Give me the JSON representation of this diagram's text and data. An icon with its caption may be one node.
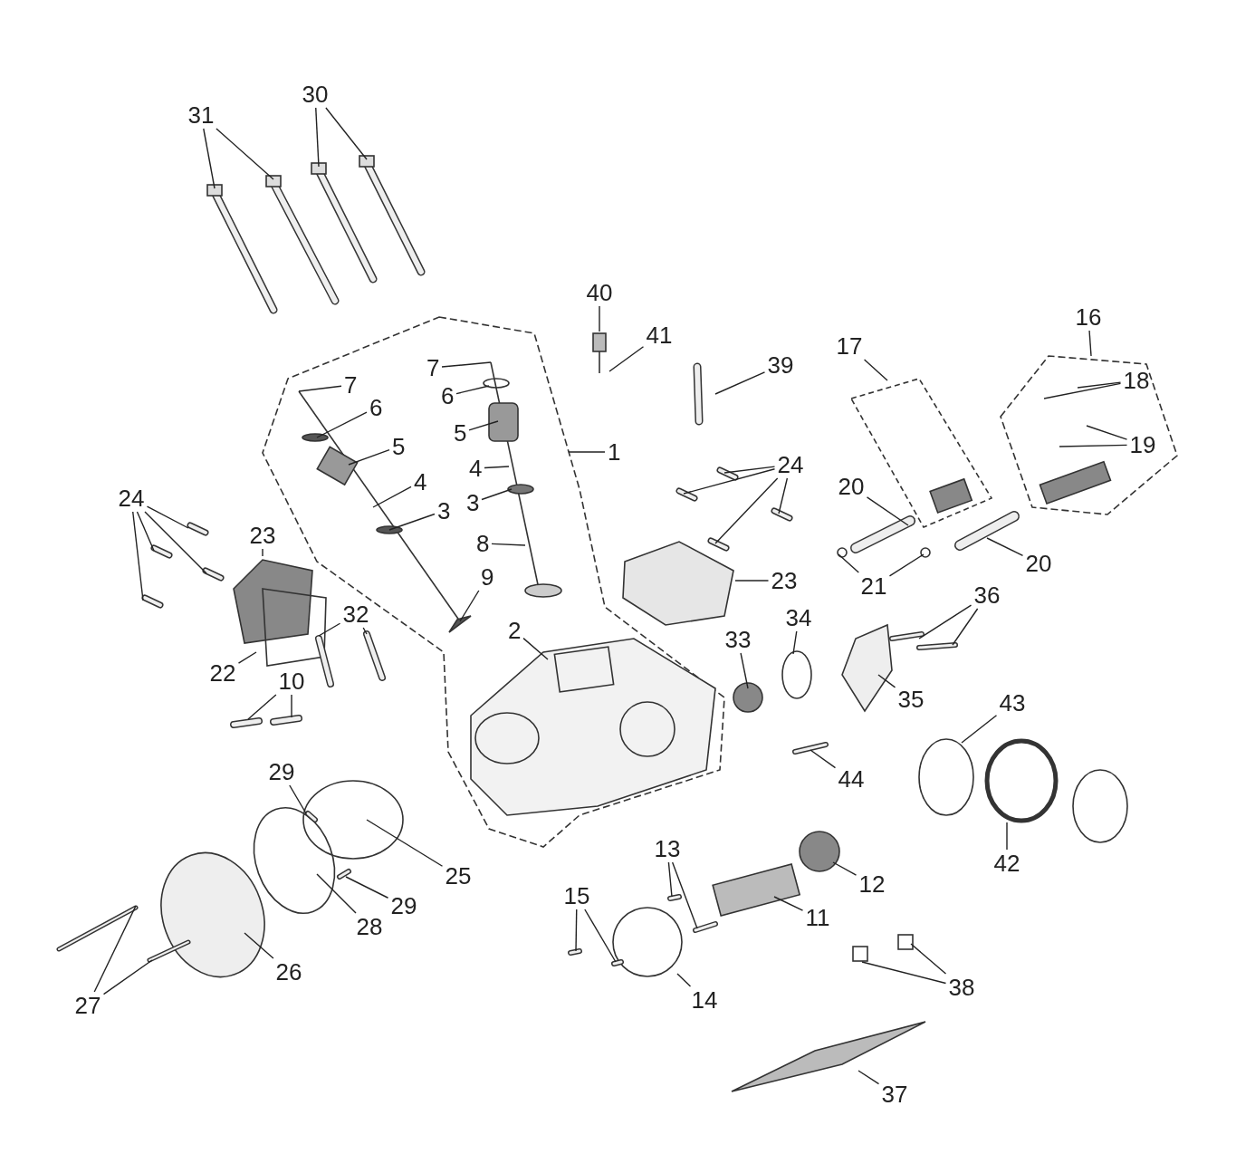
{
  "diagram": {
    "nodes": [
      {
        "text": [
          "30"
        ]
      },
      {
        "text": [
          "31"
        ]
      },
      {
        "text": [
          "40"
        ]
      },
      {
        "text": [
          "16"
        ]
      },
      {
        "text": [
          "41"
        ]
      },
      {
        "text": [
          "17"
        ]
      },
      {
        "text": [
          "39"
        ]
      },
      {
        "text": [
          "7"
        ]
      },
      {
        "text": [
          "18"
        ]
      },
      {
        "text": [
          "7"
        ]
      },
      {
        "text": [
          "6"
        ]
      },
      {
        "text": [
          "6"
        ]
      },
      {
        "text": [
          "5"
        ]
      },
      {
        "text": [
          "19"
        ]
      },
      {
        "text": [
          "5"
        ]
      },
      {
        "text": [
          "1"
        ]
      },
      {
        "text": [
          "24"
        ]
      },
      {
        "text": [
          "4"
        ]
      },
      {
        "text": [
          "20"
        ]
      },
      {
        "text": [
          "4"
        ]
      },
      {
        "text": [
          "3"
        ]
      },
      {
        "text": [
          "24"
        ]
      },
      {
        "text": [
          "3"
        ]
      },
      {
        "text": [
          "23"
        ]
      },
      {
        "text": [
          "8"
        ]
      },
      {
        "text": [
          "20"
        ]
      },
      {
        "text": [
          "9"
        ]
      },
      {
        "text": [
          "23"
        ]
      },
      {
        "text": [
          "21"
        ]
      },
      {
        "text": [
          "36"
        ]
      },
      {
        "text": [
          "34"
        ]
      },
      {
        "text": [
          "32"
        ]
      },
      {
        "text": [
          "2"
        ]
      },
      {
        "text": [
          "33"
        ]
      },
      {
        "text": [
          "22"
        ]
      },
      {
        "text": [
          "10"
        ]
      },
      {
        "text": [
          "35"
        ]
      },
      {
        "text": [
          "43"
        ]
      },
      {
        "text": [
          "29"
        ]
      },
      {
        "text": [
          "44"
        ]
      },
      {
        "text": [
          "13"
        ]
      },
      {
        "text": [
          "42"
        ]
      },
      {
        "text": [
          "25"
        ]
      },
      {
        "text": [
          "12"
        ]
      },
      {
        "text": [
          "15"
        ]
      },
      {
        "text": [
          "29"
        ]
      },
      {
        "text": [
          "11"
        ]
      },
      {
        "text": [
          "28"
        ]
      },
      {
        "text": [
          "26"
        ]
      },
      {
        "text": [
          "38"
        ]
      },
      {
        "text": [
          "27"
        ]
      },
      {
        "text": [
          "14"
        ]
      },
      {
        "text": [
          "37"
        ]
      }
    ],
    "edges": [
      {
        "from": 0,
        "to": null,
        "arrow": "none"
      },
      {
        "from": 0,
        "to": null,
        "arrow": "none"
      },
      {
        "from": 1,
        "to": null,
        "arrow": "none"
      },
      {
        "from": 1,
        "to": null,
        "arrow": "none"
      },
      {
        "from": 2,
        "to": null,
        "arrow": "none"
      },
      {
        "from": 3,
        "to": null,
        "arrow": "none"
      },
      {
        "from": 4,
        "to": null,
        "arrow": "none"
      },
      {
        "from": 5,
        "to": null,
        "arrow": "none"
      },
      {
        "from": 6,
        "to": null,
        "arrow": "none"
      },
      {
        "from": 7,
        "to": null,
        "arrow": "none"
      },
      {
        "from": 8,
        "to": null,
        "arrow": "none"
      },
      {
        "from": 8,
        "to": null,
        "arrow": "none"
      },
      {
        "from": 9,
        "to": null,
        "arrow": "none"
      },
      {
        "from": 10,
        "to": null,
        "arrow": "none"
      },
      {
        "from": 11,
        "to": null,
        "arrow": "none"
      },
      {
        "from": 12,
        "to": null,
        "arrow": "none"
      },
      {
        "from": 13,
        "to": null,
        "arrow": "none"
      },
      {
        "from": 13,
        "to": null,
        "arrow": "none"
      },
      {
        "from": 14,
        "to": null,
        "arrow": "none"
      },
      {
        "from": 15,
        "to": null,
        "arrow": "none"
      },
      {
        "from": 16,
        "to": null,
        "arrow": "none"
      },
      {
        "from": 16,
        "to": null,
        "arrow": "none"
      },
      {
        "from": 16,
        "to": null,
        "arrow": "none"
      },
      {
        "from": 16,
        "to": null,
        "arrow": "none"
      },
      {
        "from": 17,
        "to": null,
        "arrow": "none"
      },
      {
        "from": 18,
        "to": null,
        "arrow": "none"
      },
      {
        "from": 19,
        "to": null,
        "arrow": "none"
      },
      {
        "from": 20,
        "to": null,
        "arrow": "none"
      },
      {
        "from": 21,
        "to": null,
        "arrow": "none"
      },
      {
        "from": 21,
        "to": null,
        "arrow": "none"
      },
      {
        "from": 21,
        "to": null,
        "arrow": "none"
      },
      {
        "from": 21,
        "to": null,
        "arrow": "none"
      },
      {
        "from": 22,
        "to": null,
        "arrow": "none"
      },
      {
        "from": 23,
        "to": null,
        "arrow": "none"
      },
      {
        "from": 24,
        "to": null,
        "arrow": "none"
      },
      {
        "from": 25,
        "to": null,
        "arrow": "none"
      },
      {
        "from": 26,
        "to": null,
        "arrow": "none"
      },
      {
        "from": 27,
        "to": null,
        "arrow": "none"
      },
      {
        "from": 28,
        "to": null,
        "arrow": "none"
      },
      {
        "from": 28,
        "to": null,
        "arrow": "none"
      },
      {
        "from": 29,
        "to": null,
        "arrow": "none"
      },
      {
        "from": 29,
        "to": null,
        "arrow": "none"
      },
      {
        "from": 30,
        "to": null,
        "arrow": "none"
      },
      {
        "from": 31,
        "to": null,
        "arrow": "none"
      },
      {
        "from": 31,
        "to": null,
        "arrow": "none"
      },
      {
        "from": 32,
        "to": null,
        "arrow": "none"
      },
      {
        "from": 33,
        "to": null,
        "arrow": "none"
      },
      {
        "from": 34,
        "to": null,
        "arrow": "none"
      },
      {
        "from": 35,
        "to": null,
        "arrow": "none"
      },
      {
        "from": 35,
        "to": null,
        "arrow": "none"
      },
      {
        "from": 36,
        "to": null,
        "arrow": "none"
      },
      {
        "from": 37,
        "to": null,
        "arrow": "none"
      },
      {
        "from": 38,
        "to": null,
        "arrow": "none"
      },
      {
        "from": 39,
        "to": null,
        "arrow": "none"
      },
      {
        "from": 40,
        "to": null,
        "arrow": "none"
      },
      {
        "from": 40,
        "to": null,
        "arrow": "none"
      },
      {
        "from": 41,
        "to": null,
        "arrow": "none"
      },
      {
        "from": 42,
        "to": null,
        "arrow": "none"
      },
      {
        "from": 43,
        "to": null,
        "arrow": "none"
      },
      {
        "from": 44,
        "to": null,
        "arrow": "none"
      },
      {
        "from": 44,
        "to": null,
        "arrow": "none"
      },
      {
        "from": 45,
        "to": null,
        "arrow": "none"
      },
      {
        "from": 46,
        "to": null,
        "arrow": "none"
      },
      {
        "from": 47,
        "to": null,
        "arrow": "none"
      },
      {
        "from": 48,
        "to": null,
        "arrow": "none"
      },
      {
        "from": 49,
        "to": null,
        "arrow": "none"
      },
      {
        "from": 49,
        "to": null,
        "arrow": "none"
      },
      {
        "from": 50,
        "to": null,
        "arrow": "none"
      },
      {
        "from": 50,
        "to": null,
        "arrow": "none"
      },
      {
        "from": 51,
        "to": null,
        "arrow": "none"
      },
      {
        "from": 52,
        "to": null,
        "arrow": "none"
      }
    ]
  }
}
